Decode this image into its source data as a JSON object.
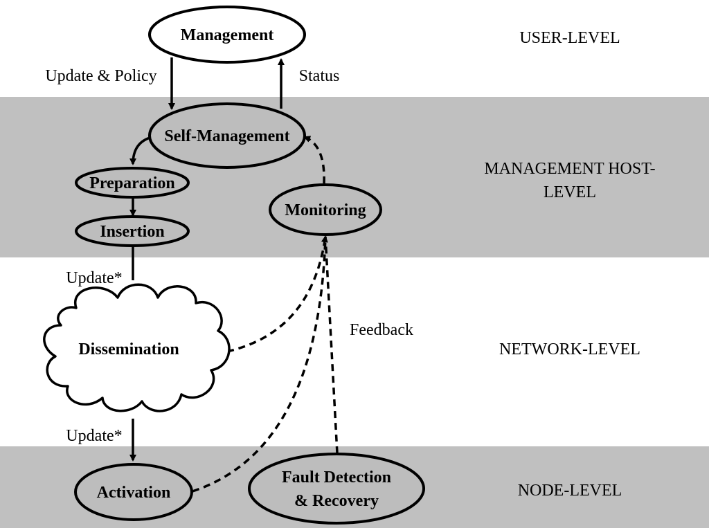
{
  "colors": {
    "band": "#c0c0c0",
    "node_fill_white": "#ffffff",
    "node_fill_gray": "#bdbdbd",
    "stroke": "#000000"
  },
  "levels": {
    "user": "USER-LEVEL",
    "management_host_line1": "MANAGEMENT HOST-",
    "management_host_line2": "LEVEL",
    "network": "NETWORK-LEVEL",
    "node": "NODE-LEVEL"
  },
  "nodes": {
    "management": "Management",
    "self_management": "Self-Management",
    "preparation": "Preparation",
    "insertion": "Insertion",
    "monitoring": "Monitoring",
    "dissemination": "Dissemination",
    "activation": "Activation",
    "fault_line1": "Fault Detection",
    "fault_line2": "& Recovery"
  },
  "edges": {
    "update_policy": "Update & Policy",
    "status": "Status",
    "update1": "Update*",
    "update2": "Update*",
    "feedback": "Feedback"
  }
}
